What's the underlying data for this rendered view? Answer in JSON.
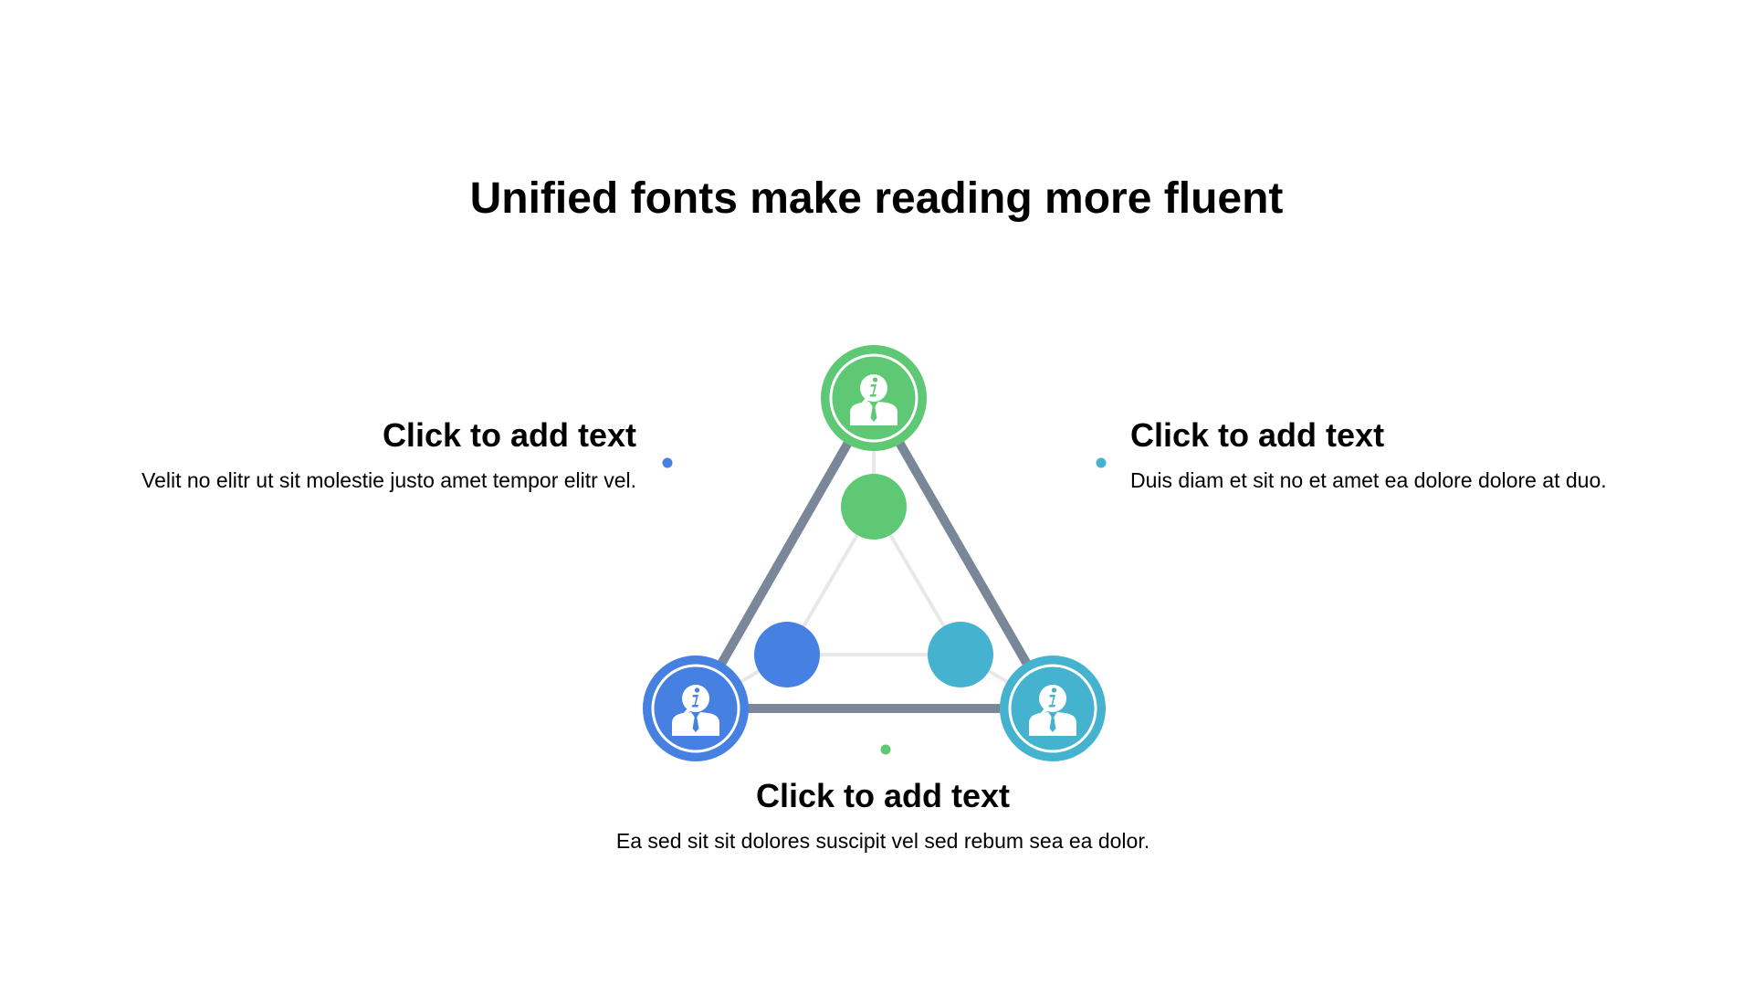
{
  "title": "Unified fonts make reading more fluent",
  "colors": {
    "green": "#5ec874",
    "blue": "#4680e0",
    "teal": "#45b3cf",
    "triangle_stroke": "#7a8799",
    "inner_lines": "#e8e8e8"
  },
  "nodes": [
    {
      "position": "top",
      "color": "green",
      "icon": "person-info-icon"
    },
    {
      "position": "bottom-left",
      "color": "blue",
      "icon": "person-info-icon"
    },
    {
      "position": "bottom-right",
      "color": "teal",
      "icon": "person-info-icon"
    }
  ],
  "blocks": {
    "left": {
      "heading": "Click to add text",
      "text": "Velit no elitr ut sit molestie justo amet tempor elitr vel.",
      "color": "blue"
    },
    "right": {
      "heading": "Click to add text",
      "text": "Duis diam et sit no et amet ea dolore dolore at duo.",
      "color": "teal"
    },
    "bottom": {
      "heading": "Click to add text",
      "text": "Ea sed sit sit dolores suscipit vel sed rebum sea ea dolor.",
      "color": "green"
    }
  }
}
